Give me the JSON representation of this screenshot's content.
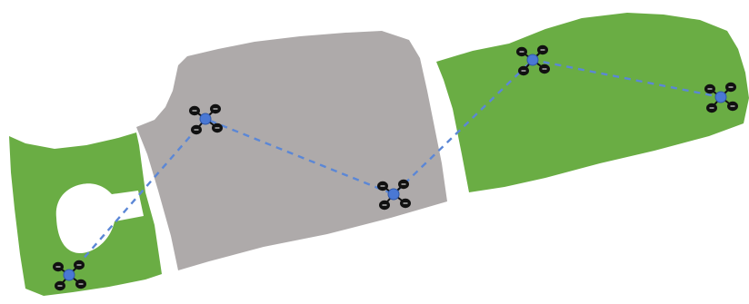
{
  "colors": {
    "background": "#ffffff",
    "grass": "#6aad44",
    "paving": "#aeaaaa",
    "path": "#5b87d6",
    "drone_hub": "#4a78d4",
    "drone_rotor": "#111111"
  },
  "regions": [
    {
      "id": "left-field",
      "kind": "grass",
      "has_pond": true
    },
    {
      "id": "middle-lot",
      "kind": "paving"
    },
    {
      "id": "right-field",
      "kind": "grass"
    }
  ],
  "drones": [
    {
      "id": "drone-1",
      "region": "left-field"
    },
    {
      "id": "drone-2",
      "region": "middle-lot"
    },
    {
      "id": "drone-3",
      "region": "middle-lot"
    },
    {
      "id": "drone-4",
      "region": "right-field"
    },
    {
      "id": "drone-5",
      "region": "right-field"
    }
  ],
  "flight_path": {
    "style": "dashed",
    "sequence": [
      "drone-1",
      "drone-2",
      "drone-3",
      "drone-4",
      "drone-5"
    ]
  }
}
